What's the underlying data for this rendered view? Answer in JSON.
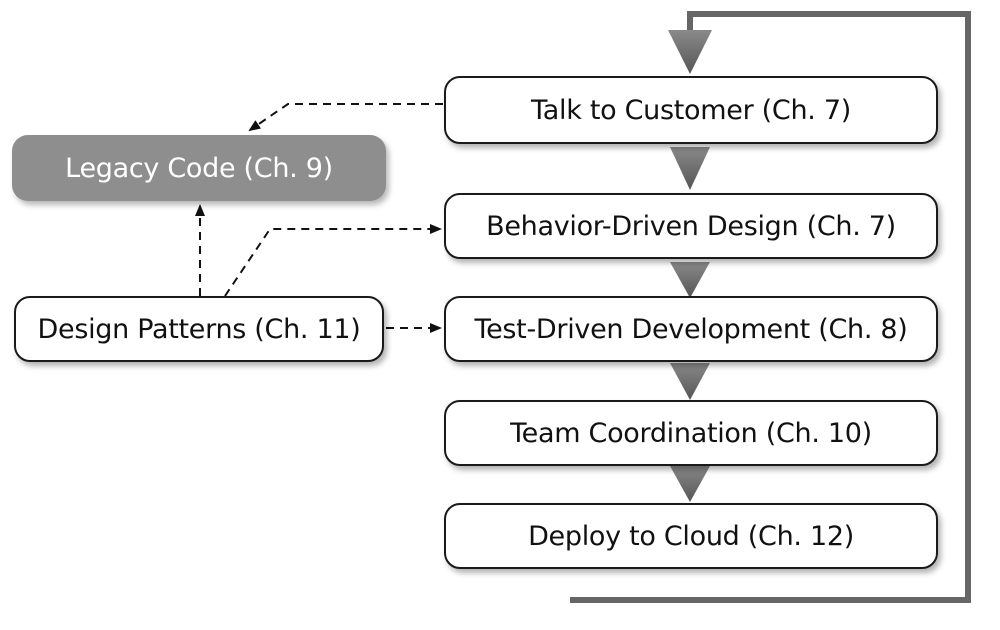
{
  "diagram": {
    "nodes": {
      "talk_to_customer": "Talk to Customer (Ch. 7)",
      "behavior_driven_design": "Behavior-Driven Design (Ch. 7)",
      "test_driven_development": "Test-Driven Development (Ch. 8)",
      "team_coordination": "Team Coordination (Ch. 10)",
      "deploy_to_cloud": "Deploy to Cloud (Ch. 12)",
      "legacy_code": "Legacy Code (Ch. 9)",
      "design_patterns": "Design Patterns (Ch. 11)"
    },
    "colors": {
      "box_border": "#1a1a1a",
      "legacy_fill": "#8e8e8e",
      "loop_line": "#666666",
      "flow_arrow": "#707070",
      "dashed_arrow": "#111111"
    }
  }
}
